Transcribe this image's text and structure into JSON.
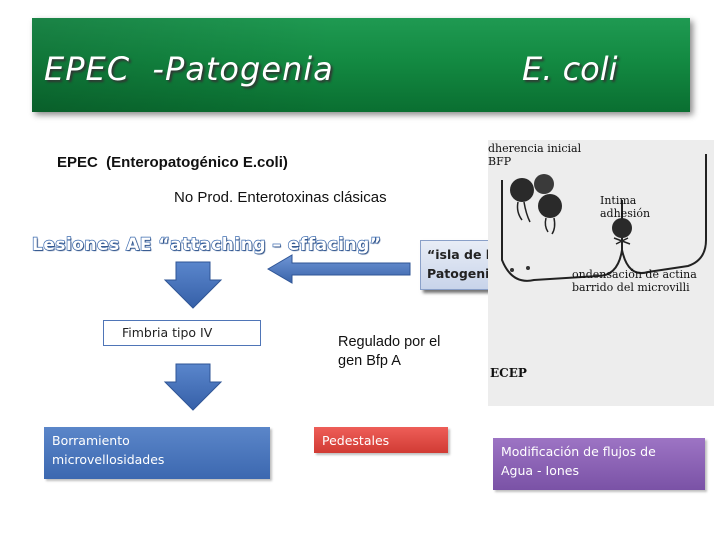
{
  "title": {
    "main": "EPEC  -Patogenia",
    "right": "E. coli"
  },
  "text": {
    "line1": "EPEC  (Enteropatogénico E.coli)",
    "line2": "No Prod. Enterotoxinas clásicas",
    "lesiones": "Lesiones AE “attaching – effacing”",
    "isla_line1": "“isla de la",
    "isla_line2": "Patogenicidad”",
    "fimbria": "Fimbria tipo IV",
    "regulado_line1": "Regulado por  el",
    "regulado_line2": "gen Bfp A"
  },
  "boxes": {
    "borramiento_line1": "Borramiento",
    "borramiento_line2": "microvellosidades",
    "pedestales": "Pedestales",
    "modificacion_line1": "Modificación  de flujos  de",
    "modificacion_line2": "Agua - Iones"
  },
  "figure": {
    "label1_line1": "dherencia inicial",
    "label1_line2": "BFP",
    "label2_line1": "Intima",
    "label2_line2": "adhesión",
    "label3_line1": "ondensación de actina",
    "label3_line2": "barrido del microvilli",
    "label4": "ECEP"
  },
  "colors": {
    "banner": "#138a42",
    "arrow": "#3f6db0",
    "borramiento": "#4a76bd",
    "pedestales": "#e14a43",
    "modificacion": "#8a62b6"
  }
}
